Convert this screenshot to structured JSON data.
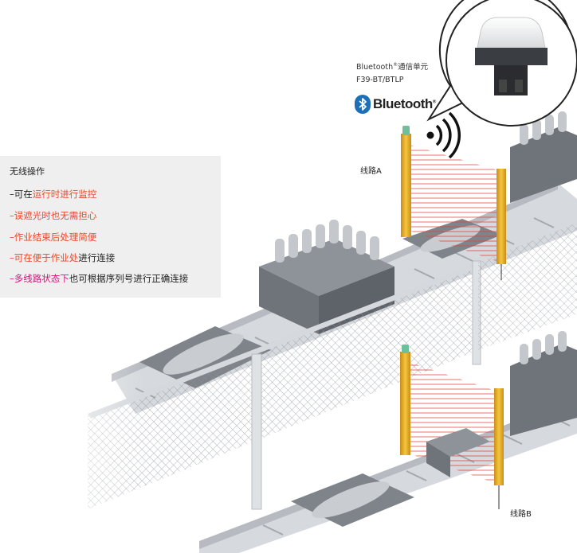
{
  "features": {
    "title": "无线操作",
    "items": [
      {
        "pre": "–可在",
        "hl": "运行时进行监控",
        "post": "",
        "style": "orange"
      },
      {
        "pre": "–",
        "hl": "误遮光时也无需担心",
        "post": "",
        "style": "orange"
      },
      {
        "pre": "–",
        "hl": "作业结束后处理简便",
        "post": "",
        "style": "orange"
      },
      {
        "pre": "–",
        "hl": "可在便于作业处",
        "post": "进行连接",
        "style": "orange"
      },
      {
        "pre": "–",
        "hl": "多线路状态下",
        "post": "也可根据序列号进行正确连接",
        "style": "magenta"
      }
    ]
  },
  "bluetooth_unit": {
    "name": "Bluetooth",
    "reg_mark": "®",
    "name_suffix": "通信单元",
    "model": "F39-BT/BTLP",
    "logo_text": "Bluetooth",
    "logo_mark": "®",
    "icon": "bluetooth-icon"
  },
  "labels": {
    "line_a": "线路A",
    "line_b": "线路B"
  },
  "colors": {
    "highlight_orange": "#e8492c",
    "highlight_magenta": "#d6127a",
    "bluetooth_blue": "#1d6fb8",
    "sensor_yellow": "#f2b62a",
    "beam_red": "#e0403a",
    "panel_grey": "#efefef"
  }
}
